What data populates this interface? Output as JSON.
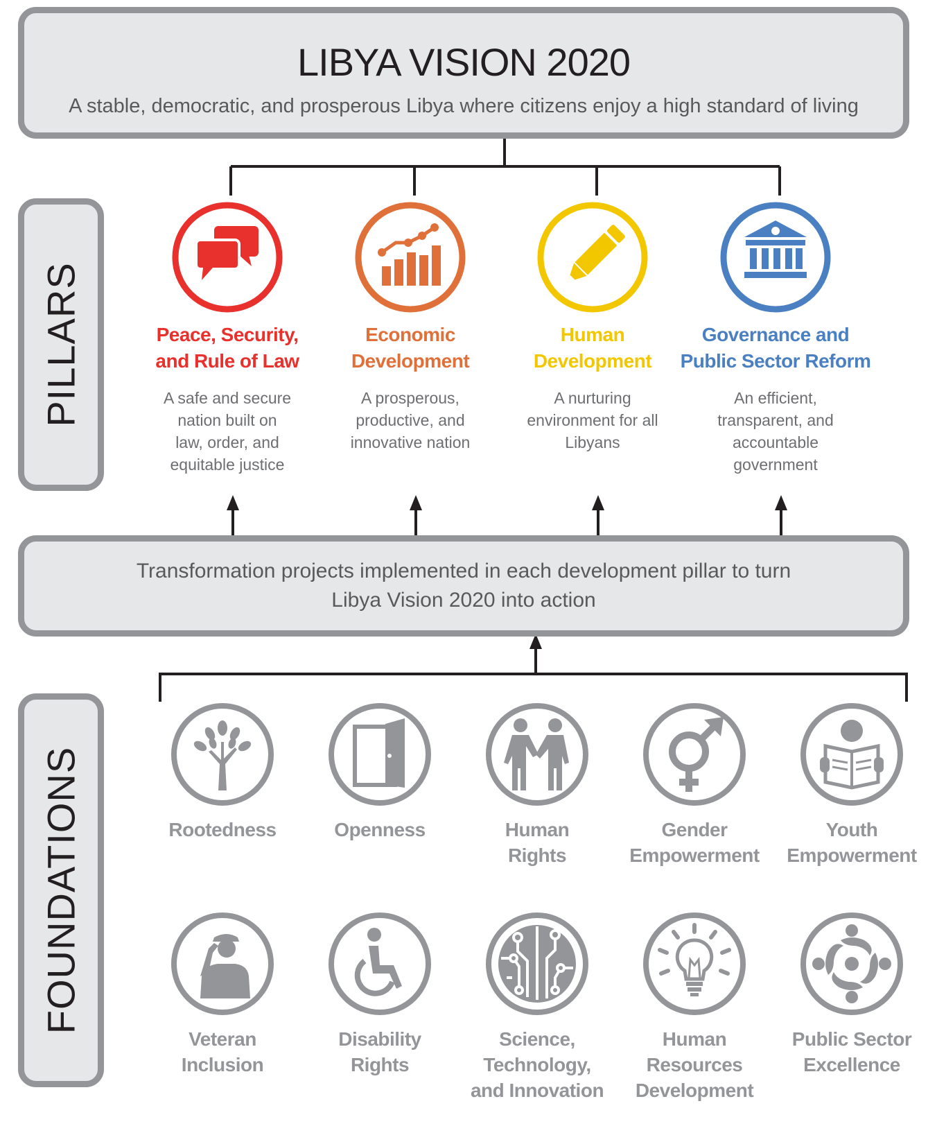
{
  "vision": {
    "title": "LIBYA VISION 2020",
    "subtitle": "A stable, democratic, and prosperous Libya where citizens enjoy a high standard of living"
  },
  "side_labels": {
    "pillars": "PILLARS",
    "foundations": "FOUNDATIONS"
  },
  "pillars": [
    {
      "title_line1": "Peace, Security,",
      "title_line2": "and Rule of Law",
      "desc_line1": "A safe and secure",
      "desc_line2": "nation built on",
      "desc_line3": "law, order, and",
      "desc_line4": "equitable justice",
      "color": "#e8302c",
      "icon": "speech-bubbles-icon"
    },
    {
      "title_line1": "Economic",
      "title_line2": "Development",
      "desc_line1": "A prosperous,",
      "desc_line2": "productive, and",
      "desc_line3": "innovative nation",
      "desc_line4": "",
      "color": "#e0703a",
      "icon": "growth-chart-icon"
    },
    {
      "title_line1": "Human",
      "title_line2": "Development",
      "desc_line1": "A nurturing",
      "desc_line2": "environment for all",
      "desc_line3": "Libyans",
      "desc_line4": "",
      "color": "#f2c700",
      "icon": "pencil-icon"
    },
    {
      "title_line1": "Governance and",
      "title_line2": "Public Sector Reform",
      "desc_line1": "An efficient,",
      "desc_line2": "transparent, and",
      "desc_line3": "accountable",
      "desc_line4": "government",
      "color": "#4a7fc1",
      "icon": "government-building-icon"
    }
  ],
  "transformation": {
    "line1": "Transformation projects implemented in each development pillar to turn",
    "line2": "Libya Vision 2020 into action"
  },
  "foundations": [
    {
      "line1": "Rootedness",
      "line2": "",
      "line3": "",
      "icon": "tree-icon"
    },
    {
      "line1": "Openness",
      "line2": "",
      "line3": "",
      "icon": "open-door-icon"
    },
    {
      "line1": "Human",
      "line2": "Rights",
      "line3": "",
      "icon": "handshake-icon"
    },
    {
      "line1": "Gender",
      "line2": "Empowerment",
      "line3": "",
      "icon": "gender-symbol-icon"
    },
    {
      "line1": "Youth",
      "line2": "Empowerment",
      "line3": "",
      "icon": "reading-person-icon"
    },
    {
      "line1": "Veteran",
      "line2": "Inclusion",
      "line3": "",
      "icon": "saluting-soldier-icon"
    },
    {
      "line1": "Disability",
      "line2": "Rights",
      "line3": "",
      "icon": "wheelchair-icon"
    },
    {
      "line1": "Science,",
      "line2": "Technology,",
      "line3": "and Innovation",
      "icon": "circuit-icon"
    },
    {
      "line1": "Human",
      "line2": "Resources",
      "line3": "Development",
      "icon": "lightbulb-icon"
    },
    {
      "line1": "Public Sector",
      "line2": "Excellence",
      "line3": "",
      "icon": "people-circle-icon"
    }
  ],
  "colors": {
    "box_fill": "#e6e7e8",
    "box_border": "#939598",
    "foundation_gray": "#939598",
    "text_dark": "#231f20",
    "text_gray": "#58595b"
  }
}
